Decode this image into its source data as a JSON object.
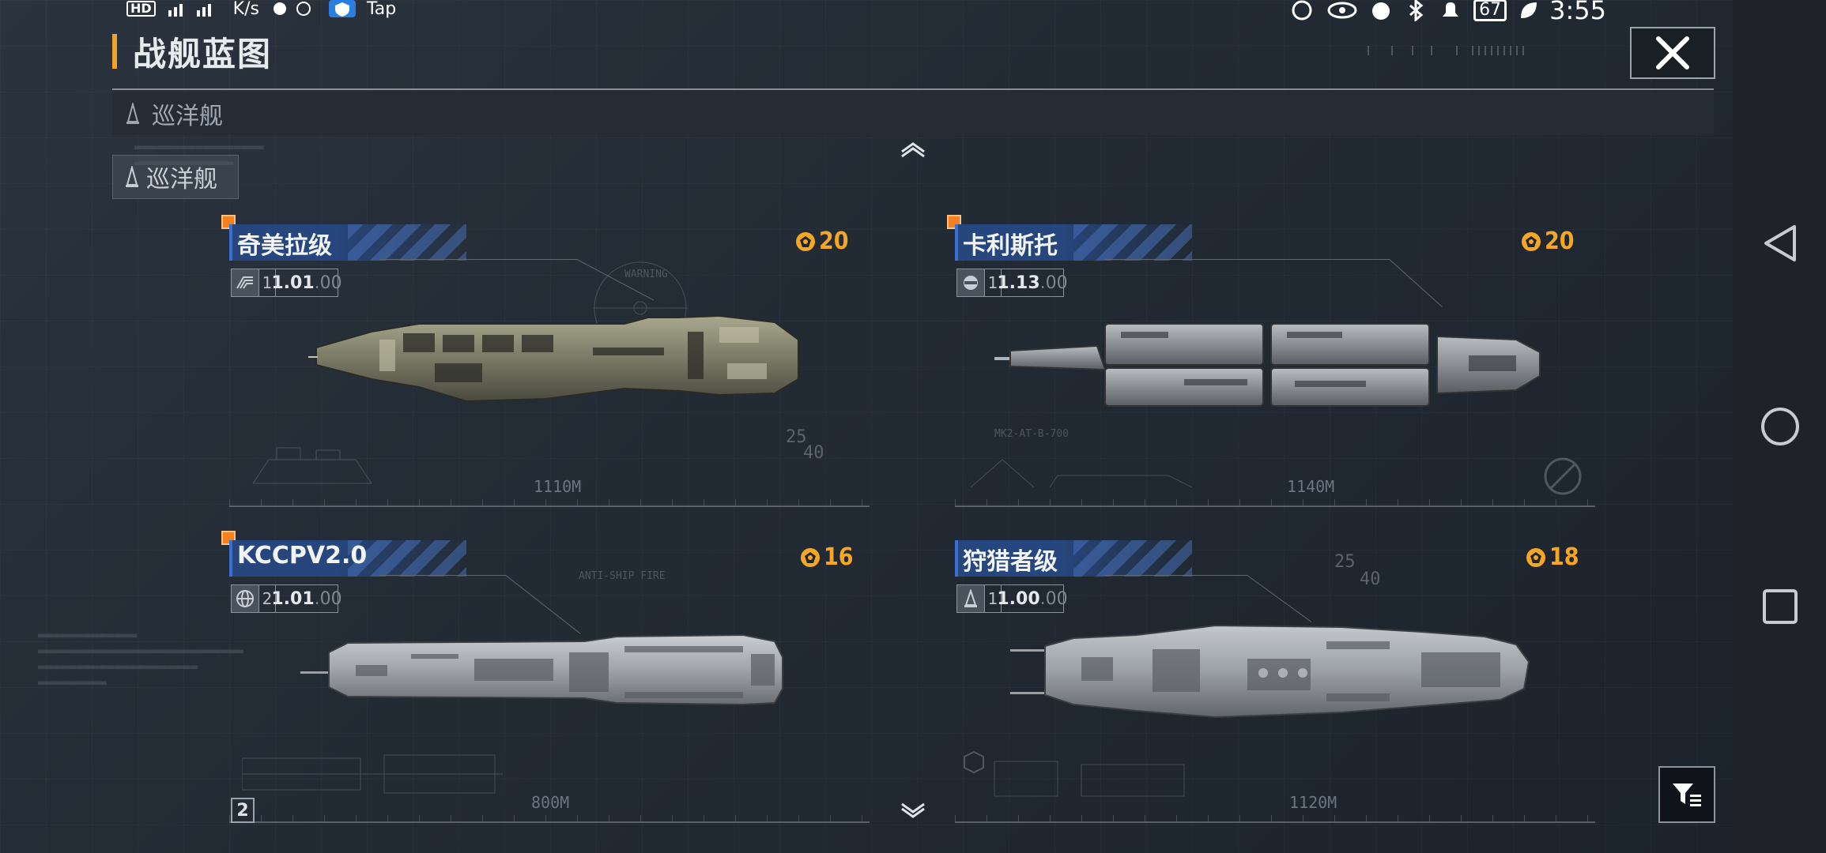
{
  "status_bar": {
    "left_items": [
      "HD",
      "K/s",
      "Tap"
    ],
    "battery": "67",
    "time": "3:55"
  },
  "header": {
    "title": "战舰蓝图",
    "category": "巡洋舰"
  },
  "sub_tab": {
    "label": "巡洋舰"
  },
  "ships": [
    {
      "name": "奇美拉级",
      "cost": "20",
      "level": "1",
      "stat_main": "1.01",
      "stat_dim": ".00",
      "length": "1110M",
      "selected": true,
      "icon": "chevron-emblem-icon"
    },
    {
      "name": "卡利斯托",
      "cost": "20",
      "level": "1",
      "stat_main": "1.13",
      "stat_dim": ".00",
      "length": "1140M",
      "selected": true,
      "icon": "corp-emblem-icon"
    },
    {
      "name": "KCCPV2.0",
      "cost": "16",
      "level": "2",
      "stat_main": "1.01",
      "stat_dim": ".00",
      "length": "800M",
      "selected": true,
      "icon": "globe-emblem-icon"
    },
    {
      "name": "狩猎者级",
      "cost": "18",
      "level": "1",
      "stat_main": "1.00",
      "stat_dim": ".00",
      "length": "1120M",
      "selected": false,
      "icon": "ship-emblem-icon"
    }
  ],
  "page": {
    "number": "2"
  },
  "deco": {
    "warning": "WARNING",
    "mk2": "MK2-AT-B-700",
    "antiship": "ANTI-SHIP FIRE",
    "scale1": "25",
    "scale2": "40"
  },
  "colors": {
    "accent": "#f5a623",
    "marker": "#f5821f",
    "name_strip": "#27467d"
  }
}
